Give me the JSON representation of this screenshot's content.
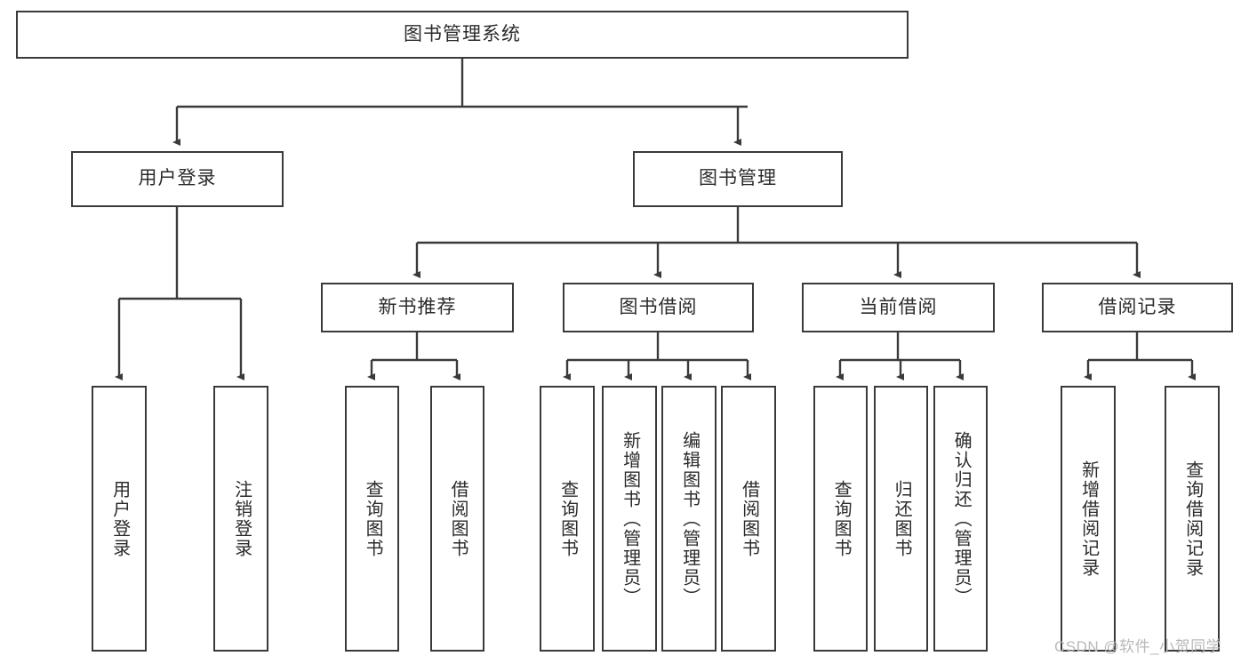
{
  "diagram": {
    "title": "图书管理系统",
    "root": {
      "label": "图书管理系统"
    },
    "level2": [
      {
        "label": "用户登录"
      },
      {
        "label": "图书管理"
      }
    ],
    "level3": [
      {
        "label": "新书推荐"
      },
      {
        "label": "图书借阅"
      },
      {
        "label": "当前借阅"
      },
      {
        "label": "借阅记录"
      }
    ],
    "leaves": {
      "user_login": [
        {
          "label": "用户登录"
        },
        {
          "label": "注销登录"
        }
      ],
      "new_book_recommend": [
        {
          "label": "查询图书"
        },
        {
          "label": "借阅图书"
        }
      ],
      "book_borrow": [
        {
          "label": "查询图书"
        },
        {
          "label": "新增图书（管理员）"
        },
        {
          "label": "编辑图书（管理员）"
        },
        {
          "label": "借阅图书"
        }
      ],
      "current_borrow": [
        {
          "label": "查询图书"
        },
        {
          "label": "归还图书"
        },
        {
          "label": "确认归还（管理员）"
        }
      ],
      "borrow_record": [
        {
          "label": "新增借阅记录"
        },
        {
          "label": "查询借阅记录"
        }
      ]
    }
  },
  "watermark": {
    "text": "CSDN @软件_小贺同学"
  },
  "colors": {
    "line": "#3a3a3a",
    "text": "#2b2b2b",
    "background": "#ffffff",
    "watermark": "#b9b9b9"
  }
}
